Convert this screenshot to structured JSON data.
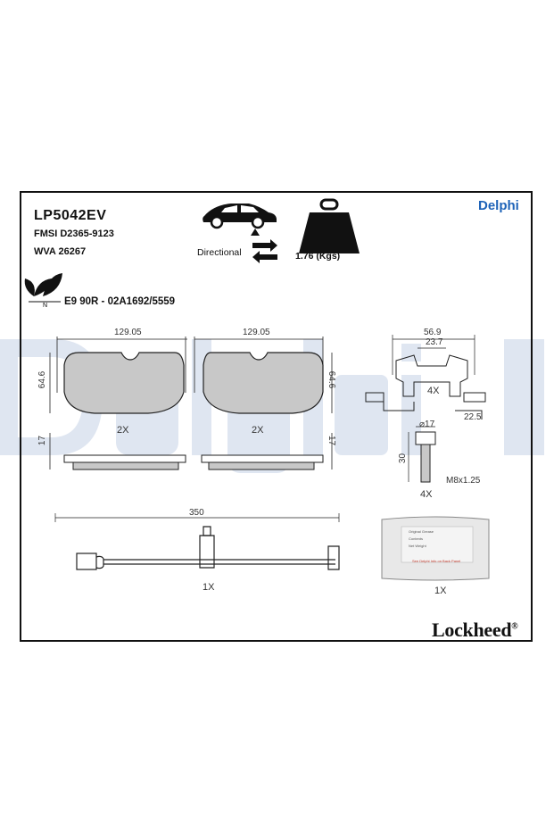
{
  "header": {
    "part_number": "LP5042EV",
    "fmsi": "FMSI D2365-9123",
    "wva": "WVA 26267",
    "brand": "Delphi",
    "directional_label": "Directional",
    "weight": "1.76 (Kgs)",
    "approval_code": "E9 90R - 02A1692/5559",
    "eco_icon_letter": "N"
  },
  "pads": {
    "width_left": "129.05",
    "width_right": "129.05",
    "height_left": "64.6",
    "height_right": "64.6",
    "thickness_left": "17",
    "thickness_right": "17",
    "qty_left": "2X",
    "qty_right": "2X"
  },
  "clip": {
    "width_outer": "56.9",
    "width_inner": "23.7",
    "foot": "22.5",
    "qty": "4X"
  },
  "bolt": {
    "diameter": "⌀17",
    "length": "30",
    "thread": "M8x1.25",
    "qty": "4X"
  },
  "sensor": {
    "length": "350",
    "qty": "1X"
  },
  "grease": {
    "qty": "1X",
    "packet_lines": [
      "Original Grease",
      "Contents",
      "Net Weight"
    ],
    "packet_note": "See Delphi Info on Back Panel"
  },
  "footer": {
    "logo_text": "Lockheed",
    "registered": "®"
  },
  "colors": {
    "brand_blue": "#1e63b8",
    "watermark": "#dfe6f1",
    "pad_fill": "#c8c8c8",
    "line": "#222222"
  }
}
